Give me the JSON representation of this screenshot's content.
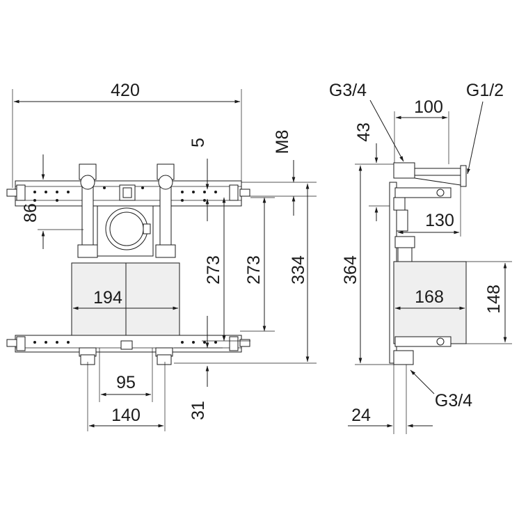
{
  "front_view": {
    "width_overall": "420",
    "width_box": "194",
    "width_inlets": "140",
    "width_outlets": "95",
    "height_left": "86",
    "offset_top": "5",
    "thread": "M8",
    "height_rail_a": "273",
    "height_rail_b": "273",
    "height_mount": "334",
    "offset_bottom": "31"
  },
  "side_view": {
    "thread_top": "G3/4",
    "thread_right": "G1/2",
    "depth_top": "100",
    "height_top": "43",
    "height_total": "364",
    "depth_mid": "130",
    "depth_box": "168",
    "height_box": "148",
    "depth_bottom": "24",
    "thread_bottom": "G3/4"
  }
}
